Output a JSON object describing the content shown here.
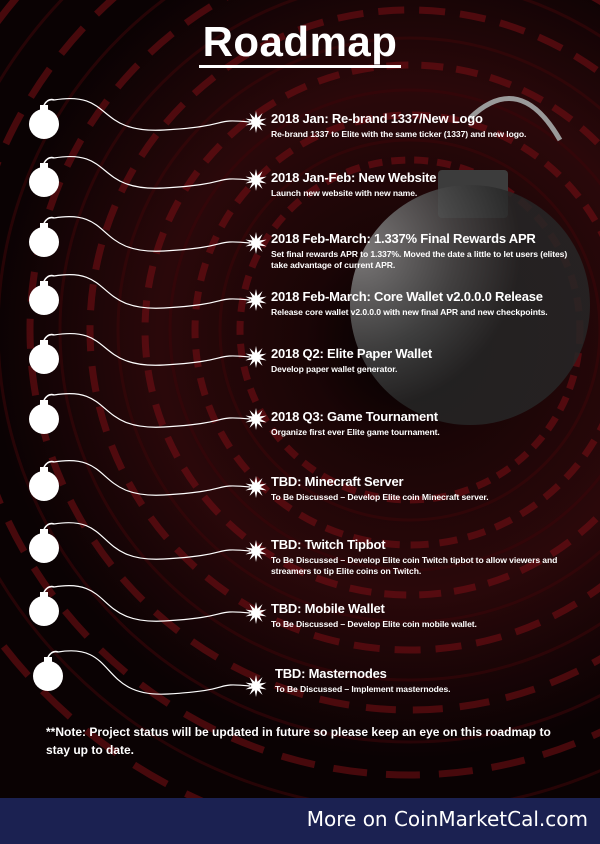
{
  "title": "Roadmap",
  "items": [
    {
      "title": "2018 Jan: Re-brand 1337/New Logo",
      "desc": "Re-brand 1337 to Elite with the same ticker (1337) and new logo."
    },
    {
      "title": "2018 Jan-Feb: New Website",
      "desc": "Launch new website with new name."
    },
    {
      "title": "2018 Feb-March: 1.337% Final Rewards APR",
      "desc": "Set final rewards APR to 1.337%. Moved the date a little to let users (elites) take advantage of current APR."
    },
    {
      "title": "2018 Feb-March: Core Wallet v2.0.0.0 Release",
      "desc": "Release core wallet v2.0.0.0 with new final APR and new checkpoints."
    },
    {
      "title": "2018 Q2: Elite Paper Wallet",
      "desc": "Develop paper wallet generator."
    },
    {
      "title": "2018 Q3: Game Tournament",
      "desc": "Organize first ever Elite game tournament."
    },
    {
      "title": "TBD: Minecraft Server",
      "desc": "To Be Discussed – Develop Elite coin Minecraft server."
    },
    {
      "title": "TBD: Twitch Tipbot",
      "desc": "To Be Discussed – Develop Elite coin Twitch tipbot to allow viewers and streamers to tip Elite coins on Twitch."
    },
    {
      "title": "TBD: Mobile Wallet",
      "desc": "To Be Discussed – Develop Elite coin mobile wallet."
    },
    {
      "title": "TBD: Masternodes",
      "desc": "To Be Discussed – Implement masternodes."
    }
  ],
  "note": "**Note: Project status will be updated in future so please keep an eye on this roadmap to stay up to date.",
  "footer": {
    "link": "More on CoinMarketCal.com"
  },
  "colors": {
    "background": "#080304",
    "tunnel_red": "#6e0d12",
    "footer": "#1b2151",
    "text": "#ffffff"
  },
  "icons": {
    "bomb": "bomb-icon",
    "spark": "spark-icon"
  }
}
